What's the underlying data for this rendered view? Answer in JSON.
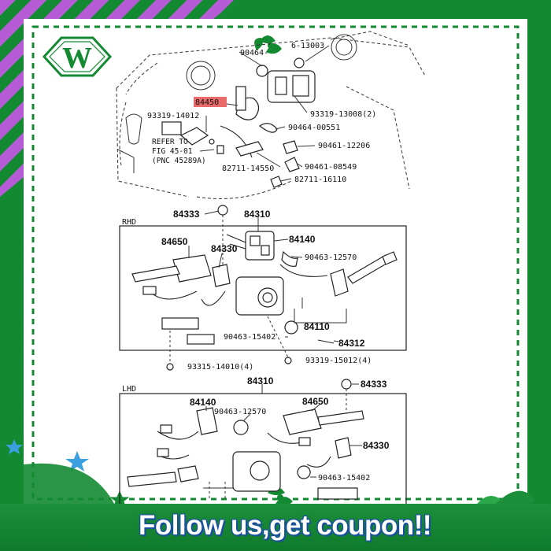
{
  "brand": {
    "logo_letter": "W",
    "colors": {
      "frame_green": "#138a32",
      "frame_purple": "#b65bd6",
      "label_highlight": "#e86a6a",
      "banner_text_outline": "#1a4fa0"
    }
  },
  "diagram": {
    "top_labels": {
      "p_90464_top": "90464-",
      "p_13003": "6-13003",
      "p_84450": "84450",
      "p_93319_14012": "93319-14012",
      "p_93319_13008": "93319-13008(2)",
      "p_90464_00551": "90464-00551",
      "p_90461_12206": "90461-12206",
      "p_90461_08549": "90461-08549",
      "p_82711_14550": "82711-14550",
      "p_82711_16110": "82711-16110"
    },
    "refer_note": {
      "line1": "REFER TO",
      "line2": "FIG 45-01",
      "line3": "(PNC 45289A)"
    },
    "rhd": {
      "section_label": "RHD",
      "p_84333": "84333",
      "p_84310": "84310",
      "p_84650": "84650",
      "p_84330": "84330",
      "p_84140": "84140",
      "p_90463_12570": "90463-12570",
      "p_84110": "84110",
      "p_90463_15402": "90463-15402",
      "p_84312": "84312",
      "p_93315_14010": "93315-14010(4)",
      "p_93319_15012": "93319-15012(4)"
    },
    "lhd": {
      "section_label": "LHD",
      "p_84310": "84310",
      "p_84333": "84333",
      "p_84140": "84140",
      "p_90463_12570": "90463-12570",
      "p_84650": "84650",
      "p_84330": "84330",
      "p_90463_15402": "90463-15402"
    }
  },
  "banner": {
    "text": "Follow us,get coupon!!"
  },
  "icons": [
    "logo-badge-icon",
    "star-icon",
    "leaf-ornament-icon"
  ]
}
